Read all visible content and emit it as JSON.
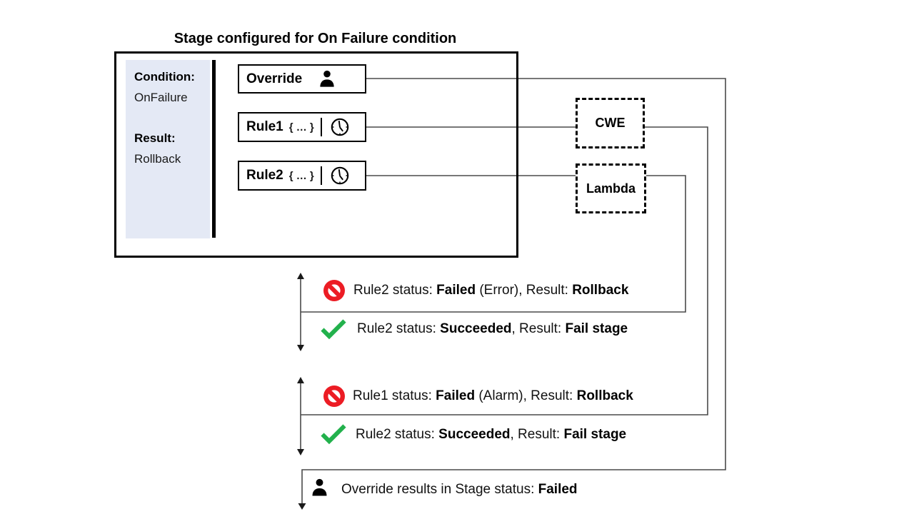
{
  "title": "Stage configured for On Failure condition",
  "stage": {
    "condition_label": "Condition:",
    "condition_value": "OnFailure",
    "result_label": "Result:",
    "result_value": "Rollback",
    "actions": [
      {
        "label": "Override",
        "icon": "person-icon"
      },
      {
        "label": "Rule1",
        "braces": "{ … }",
        "icon": "clock-icon"
      },
      {
        "label": "Rule2",
        "braces": "{ … }",
        "icon": "clock-icon"
      }
    ]
  },
  "services": [
    {
      "label": "CWE"
    },
    {
      "label": "Lambda"
    }
  ],
  "outcomes": [
    {
      "icon": "prohibition-icon",
      "segments": [
        {
          "text": "Rule2 status: "
        },
        {
          "text": "Failed",
          "bold": true
        },
        {
          "text": " (Error), Result: "
        },
        {
          "text": "Rollback",
          "bold": true
        }
      ]
    },
    {
      "icon": "check-icon",
      "segments": [
        {
          "text": "Rule2 status: "
        },
        {
          "text": "Succeeded",
          "bold": true
        },
        {
          "text": ", Result: "
        },
        {
          "text": "Fail stage",
          "bold": true
        }
      ]
    },
    {
      "icon": "prohibition-icon",
      "segments": [
        {
          "text": "Rule1 status: "
        },
        {
          "text": "Failed",
          "bold": true
        },
        {
          "text": " (Alarm), Result: "
        },
        {
          "text": "Rollback",
          "bold": true
        }
      ]
    },
    {
      "icon": "check-icon",
      "segments": [
        {
          "text": "Rule2 status: "
        },
        {
          "text": "Succeeded",
          "bold": true
        },
        {
          "text": ", Result: "
        },
        {
          "text": "Fail stage",
          "bold": true
        }
      ]
    },
    {
      "icon": "person-icon",
      "segments": [
        {
          "text": "Override results in Stage status: "
        },
        {
          "text": "Failed",
          "bold": true
        }
      ]
    }
  ],
  "colors": {
    "prohibition_red": "#EC1C24",
    "check_green": "#22B14C",
    "panel_blue": "#E4E9F5"
  }
}
